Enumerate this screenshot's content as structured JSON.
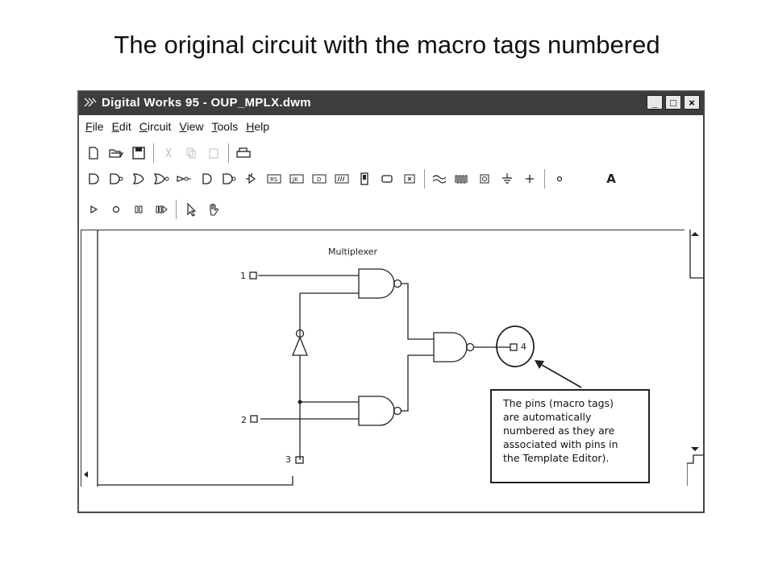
{
  "slide": {
    "title": "The original circuit with the macro tags numbered"
  },
  "window": {
    "title": "Digital Works 95 - OUP_MPLX.dwm",
    "controls": {
      "minimize": "_",
      "maximize": "□",
      "close": "×"
    }
  },
  "menu": {
    "file": {
      "first": "F",
      "rest": "ile"
    },
    "edit": {
      "first": "E",
      "rest": "dit"
    },
    "circuit": {
      "first": "C",
      "rest": "ircuit"
    },
    "view": {
      "first": "V",
      "rest": "iew"
    },
    "tools": {
      "first": "T",
      "rest": "ools"
    },
    "help": {
      "first": "H",
      "rest": "elp"
    }
  },
  "toolbar": {
    "rs": "RS",
    "jk": "JK",
    "d": "D",
    "text_tool": "A"
  },
  "circuit": {
    "label": "Multiplexer",
    "pin1": "1",
    "pin2": "2",
    "pin3": "3",
    "pin4": "4"
  },
  "callout": {
    "line1": "The pins (macro tags)",
    "line2": "are automatically",
    "line3": "numbered as they are",
    "line4": "associated with pins in",
    "line5": "the Template Editor)."
  }
}
